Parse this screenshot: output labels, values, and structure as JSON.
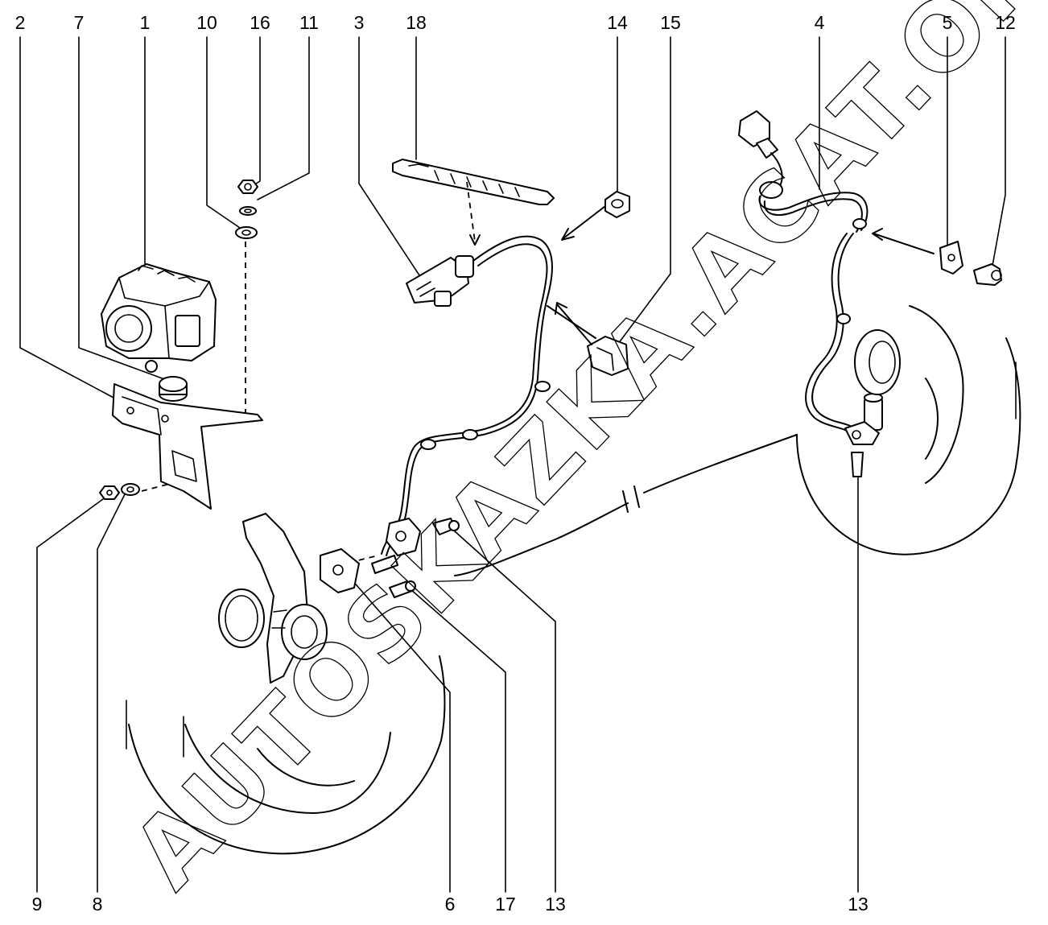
{
  "callouts_top": [
    "2",
    "7",
    "1",
    "10",
    "16",
    "11",
    "3",
    "18",
    "14",
    "15",
    "4",
    "5",
    "12"
  ],
  "callouts_bottom": [
    "9",
    "8",
    "6",
    "17",
    "13",
    "13"
  ],
  "watermark": "AUTOSKAZKA.ACAT.ONLINE",
  "colors": {
    "line": "#000000",
    "background": "#ffffff"
  }
}
